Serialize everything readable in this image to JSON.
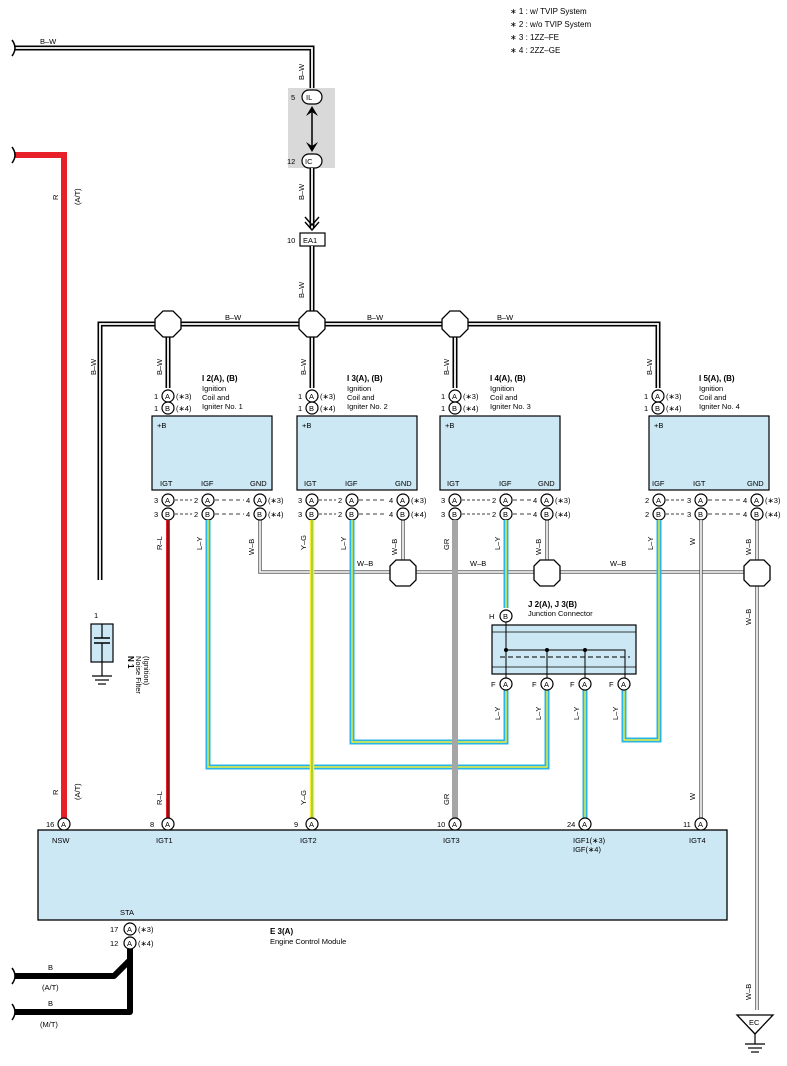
{
  "notes": [
    "∗ 1 : w/ TVIP System",
    "∗ 2 : w/o TVIP System",
    "∗ 3 : 1ZZ–FE",
    "∗ 4 : 2ZZ–GE"
  ],
  "colors": {
    "box_fill": "#cce8f4",
    "red": "#e8202a",
    "yellow": "#f2ee3a",
    "blue": "#28b4e6",
    "gray": "#a6a6a6",
    "shade": "#d9d9d9"
  },
  "wire_labels": {
    "bw": "B–W",
    "r": "R",
    "at": "(A/T)",
    "mt": "(M/T)",
    "b": "B",
    "wb": "W–B",
    "ly": "L–Y",
    "rl": "R–L",
    "yg": "Y–G",
    "gr": "GR",
    "w": "W"
  },
  "junction_il": {
    "pin": "5",
    "label": "IL"
  },
  "junction_ic": {
    "pin": "12",
    "label": "IC"
  },
  "junction_ea1": {
    "pin": "10",
    "label": "EA1"
  },
  "coils": [
    {
      "ref": "I 2(A), (B)",
      "name1": "Ignition",
      "name2": "Coil and",
      "name3": "Igniter No. 1",
      "pins": {
        "pb_a": "1",
        "pb_b": "1",
        "igt_a": "3",
        "igt_b": "3",
        "igf_a": "2",
        "igf_b": "2",
        "gnd_a": "4",
        "gnd_b": "4"
      }
    },
    {
      "ref": "I 3(A), (B)",
      "name1": "Ignition",
      "name2": "Coil and",
      "name3": "Igniter No. 2",
      "pins": {
        "pb_a": "1",
        "pb_b": "1",
        "igt_a": "3",
        "igt_b": "3",
        "igf_a": "2",
        "igf_b": "2",
        "gnd_a": "4",
        "gnd_b": "4"
      }
    },
    {
      "ref": "I 4(A), (B)",
      "name1": "Ignition",
      "name2": "Coil and",
      "name3": "Igniter No. 3",
      "pins": {
        "pb_a": "1",
        "pb_b": "1",
        "igt_a": "3",
        "igt_b": "3",
        "igf_a": "2",
        "igf_b": "2",
        "gnd_a": "4",
        "gnd_b": "4"
      }
    },
    {
      "ref": "I 5(A), (B)",
      "name1": "Ignition",
      "name2": "Coil and",
      "name3": "Igniter No. 4",
      "pins": {
        "pb_a": "1",
        "pb_b": "1",
        "igf_a": "2",
        "igf_b": "2",
        "igt_a": "3",
        "igt_b": "3",
        "gnd_a": "4",
        "gnd_b": "4"
      }
    }
  ],
  "coil_terminals": {
    "pb": "+B",
    "igt": "IGT",
    "igf": "IGF",
    "gnd": "GND"
  },
  "conn": {
    "a": "A",
    "b": "B",
    "f": "F",
    "h": "H",
    "s3": "(∗3)",
    "s4": "(∗4)"
  },
  "noise_filter": {
    "pin": "1",
    "ref": "N 1",
    "name1": "Noise Filter",
    "name2": "(Ignition)"
  },
  "junction_connector": {
    "ref": "J 2(A), J 3(B)",
    "name": "Junction Connector",
    "h_pin": "H"
  },
  "ecm": {
    "ref": "E 3(A)",
    "name": "Engine Control Module",
    "pins": [
      {
        "num": "16",
        "label": "NSW"
      },
      {
        "num": "8",
        "label": "IGT1"
      },
      {
        "num": "9",
        "label": "IGT2"
      },
      {
        "num": "10",
        "label": "IGT3"
      },
      {
        "num": "24",
        "label": "IGF1(∗3)",
        "label2": "IGF(∗4)"
      },
      {
        "num": "11",
        "label": "IGT4"
      }
    ],
    "sta": {
      "label": "STA",
      "pin_a": "17",
      "pin_b": "12"
    }
  },
  "ground_ec": "EC"
}
